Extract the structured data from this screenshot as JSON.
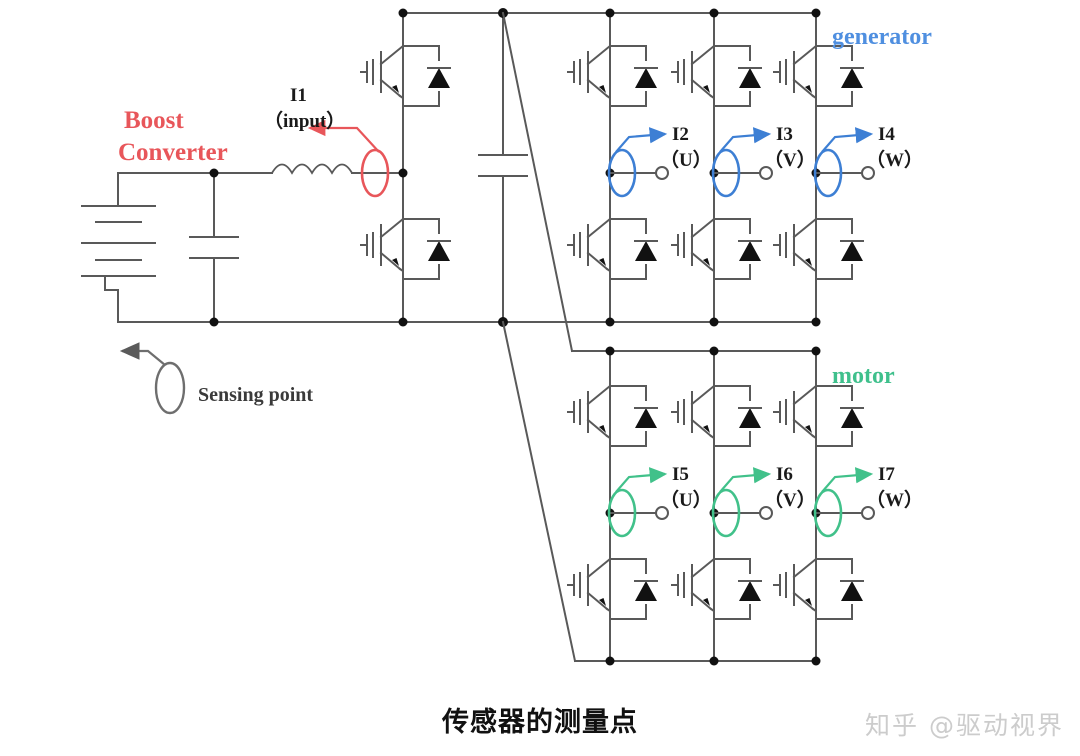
{
  "figure": {
    "caption": "传感器的测量点",
    "watermark": "知乎 @驱动视界"
  },
  "labels": {
    "boost_line1": "Boost",
    "boost_line2": "Converter",
    "generator": "generator",
    "motor": "motor",
    "sensing_point": "Sensing point",
    "input_current": "I1",
    "input_paren": "（input）"
  },
  "colors": {
    "boost": "#e8565a",
    "generator": "#4f8fe0",
    "motor": "#3fc08c",
    "wire": "#595959",
    "node": "#111111",
    "sensing": "#6e6e6e"
  },
  "generator_sensors": [
    {
      "id": "I2",
      "phase": "（U）"
    },
    {
      "id": "I3",
      "phase": "（V）"
    },
    {
      "id": "I4",
      "phase": "（W）"
    }
  ],
  "motor_sensors": [
    {
      "id": "I5",
      "phase": "（U）"
    },
    {
      "id": "I6",
      "phase": "（V）"
    },
    {
      "id": "I7",
      "phase": "（W）"
    }
  ],
  "components": {
    "battery": "dc-battery-symbol",
    "capacitor_input": "input-capacitor",
    "capacitor_dclink": "dc-link-capacitor",
    "inductor": "boost-inductor",
    "switch_type": "igbt-with-antiparallel-diode"
  }
}
